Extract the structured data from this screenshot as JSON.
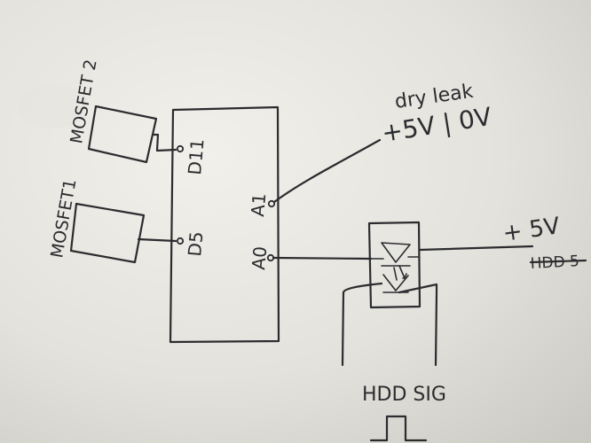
{
  "components": {
    "mosfet2": {
      "label": "MOSFET 2"
    },
    "mosfet1": {
      "label": "MOSFET1"
    },
    "optocoupler": {
      "label": ""
    }
  },
  "board": {
    "pins": {
      "d11": "D11",
      "d5": "D5",
      "a1": "A1",
      "a0": "A0"
    }
  },
  "annotations": {
    "dry_leak": "dry leak",
    "voltage_levels": "+5V | 0V",
    "plus_5v": "+ 5V",
    "hdd_struck": "HDD 5",
    "hdd_sig": "HDD SIG"
  },
  "colors": {
    "ink": "#2c2c30",
    "paper": "#ecebe5"
  }
}
